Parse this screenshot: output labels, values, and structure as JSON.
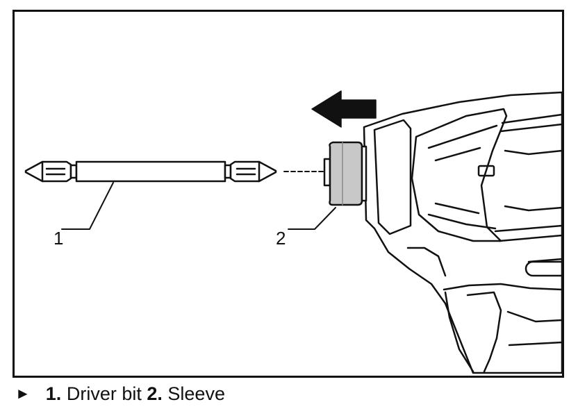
{
  "callouts": {
    "item1_number": "1",
    "item2_number": "2"
  },
  "caption": {
    "marker": "►",
    "item1_number": "1.",
    "item1_label": "Driver bit",
    "item2_number": "2.",
    "item2_label": "Sleeve"
  },
  "arrow_direction": "left",
  "colors": {
    "line": "#111111",
    "sleeve_fill": "#c8c8c8",
    "background": "#ffffff"
  }
}
